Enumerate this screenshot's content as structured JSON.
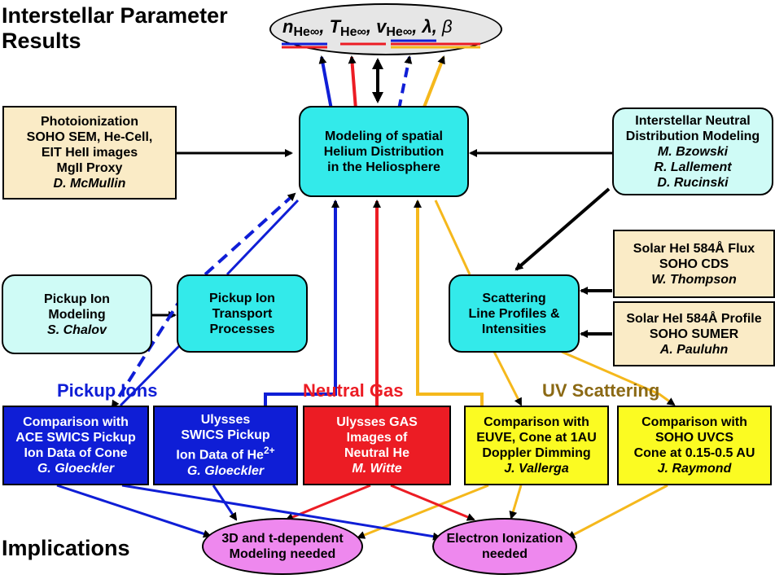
{
  "title_top": [
    "Interstellar Parameter",
    "Results"
  ],
  "title_bottom": "Implications",
  "parameters": {
    "n": "n",
    "T": "T",
    "v": "v",
    "sub": "He∞",
    "sep": ",",
    "lambda": "λ",
    "beta": "β"
  },
  "categories": {
    "pickup": "Pickup Ions",
    "neutral": "Neutral Gas",
    "uv": "UV Scattering"
  },
  "colors": {
    "blue": "#0f1ed6",
    "red": "#ec1c24",
    "yellow": "#f5b81c",
    "cyan": "#33eaea",
    "light_cyan": "#cffbf6",
    "tan": "#faebc6",
    "pink": "#ee88ee",
    "olive": "#8b6914"
  },
  "boxes": {
    "central": [
      "Modeling of spatial",
      "Helium Distribution",
      "in the Heliosphere"
    ],
    "photoionization": [
      "Photoionization",
      "SOHO SEM, He-Cell,",
      "EIT HeII images",
      "MgII Proxy",
      "D. McMullin"
    ],
    "neutral_modeling": [
      "Interstellar Neutral",
      "Distribution Modeling",
      "M. Bzowski",
      "R. Lallement",
      "D. Rucinski"
    ],
    "flux": [
      "Solar HeI 584Å Flux",
      "SOHO CDS",
      "W. Thompson"
    ],
    "profile": [
      "Solar HeI 584Å Profile",
      "SOHO SUMER",
      "A. Pauluhn"
    ],
    "scattering": [
      "Scattering",
      "Line Profiles &",
      "Intensities"
    ],
    "pui_modeling": [
      "Pickup Ion",
      "Modeling",
      "S. Chalov"
    ],
    "pui_transport": [
      "Pickup Ion",
      "Transport",
      "Processes"
    ],
    "ace": [
      "Comparison with",
      "ACE SWICS Pickup",
      "Ion Data of Cone",
      "G. Gloeckler"
    ],
    "ulysses_swics": [
      "Ulysses",
      "SWICS Pickup",
      "Ion Data of He",
      "2+",
      "G. Gloeckler"
    ],
    "ulysses_gas": [
      "Ulysses GAS",
      "Images of",
      "Neutral He",
      "M. Witte"
    ],
    "euve": [
      "Comparison with",
      "EUVE, Cone at 1AU",
      "Doppler Dimming",
      "J. Vallerga"
    ],
    "uvcs": [
      "Comparison with",
      "SOHO UVCS",
      "Cone at 0.15-0.5 AU",
      "J. Raymond"
    ]
  },
  "implications": {
    "modeling3d": [
      "3D and t-dependent",
      "Modeling needed"
    ],
    "electron": [
      "Electron Ionization",
      "needed"
    ]
  }
}
